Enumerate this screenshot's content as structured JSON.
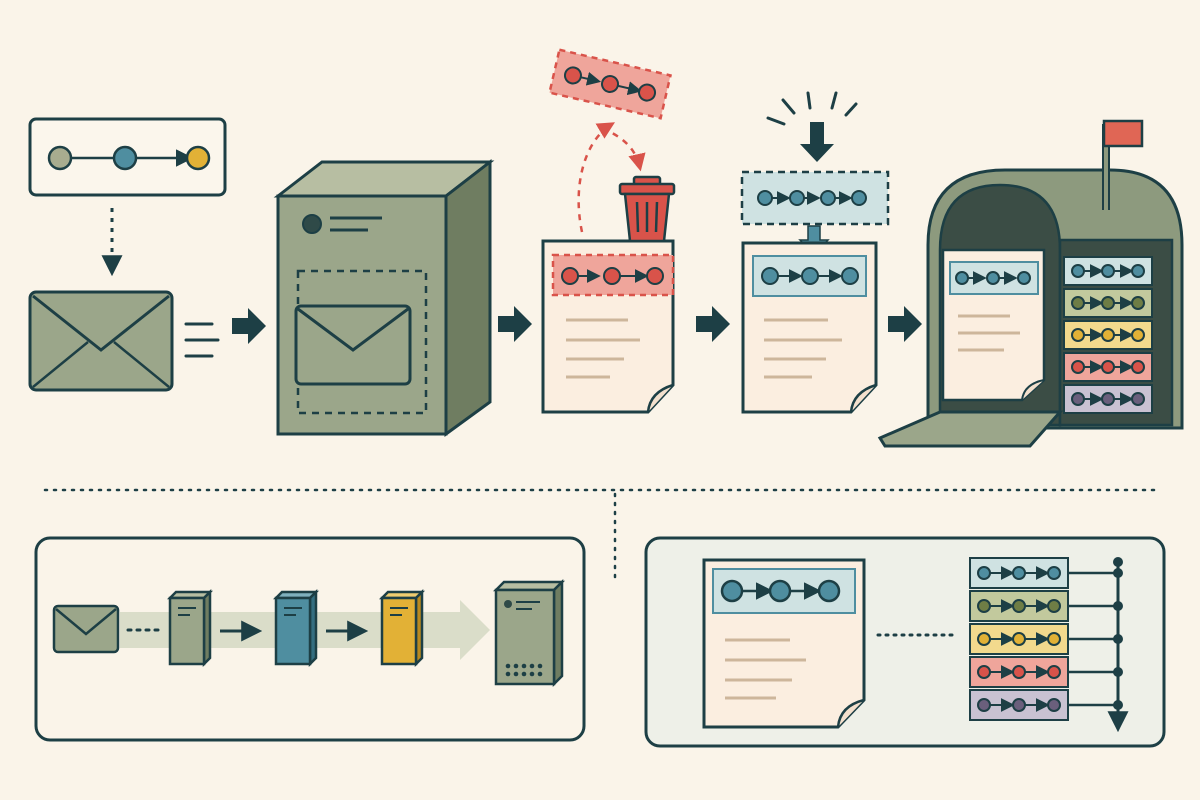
{
  "colors": {
    "background": "#faf4e9",
    "ink": "#1d3f45",
    "sage": "#9ba68a",
    "sage_dark": "#6f7d61",
    "teal": "#4f8ea0",
    "teal_light": "#cfe2e2",
    "red": "#d9534a",
    "red_light": "#efa59b",
    "olive": "#6e7d45",
    "olive_light": "#c2c99d",
    "yellow": "#e2b136",
    "yellow_light": "#f2d98d",
    "purple": "#6a5f7c",
    "purple_light": "#c9c2d2",
    "paper": "#fbeee0",
    "panel_left_bg": "#faf4e9",
    "panel_right_bg": "#eef0e8"
  },
  "icons": {
    "chain_card": "three-node-chain-card-icon",
    "envelope": "envelope-icon",
    "speed_lines": "speed-lines-icon",
    "server": "server-icon",
    "document": "document-icon",
    "trash": "trash-can-icon",
    "mailbox": "mailbox-icon",
    "flag": "flag-icon",
    "arrow": "flow-arrow-icon",
    "timeline": "timeline-icon"
  },
  "stacks": {
    "mailbox_stack": [
      "teal",
      "olive",
      "yellow",
      "red",
      "purple"
    ],
    "timeline_stack": [
      "teal",
      "olive",
      "yellow",
      "red",
      "purple"
    ]
  },
  "relay_servers": [
    "sage",
    "teal",
    "yellow"
  ]
}
